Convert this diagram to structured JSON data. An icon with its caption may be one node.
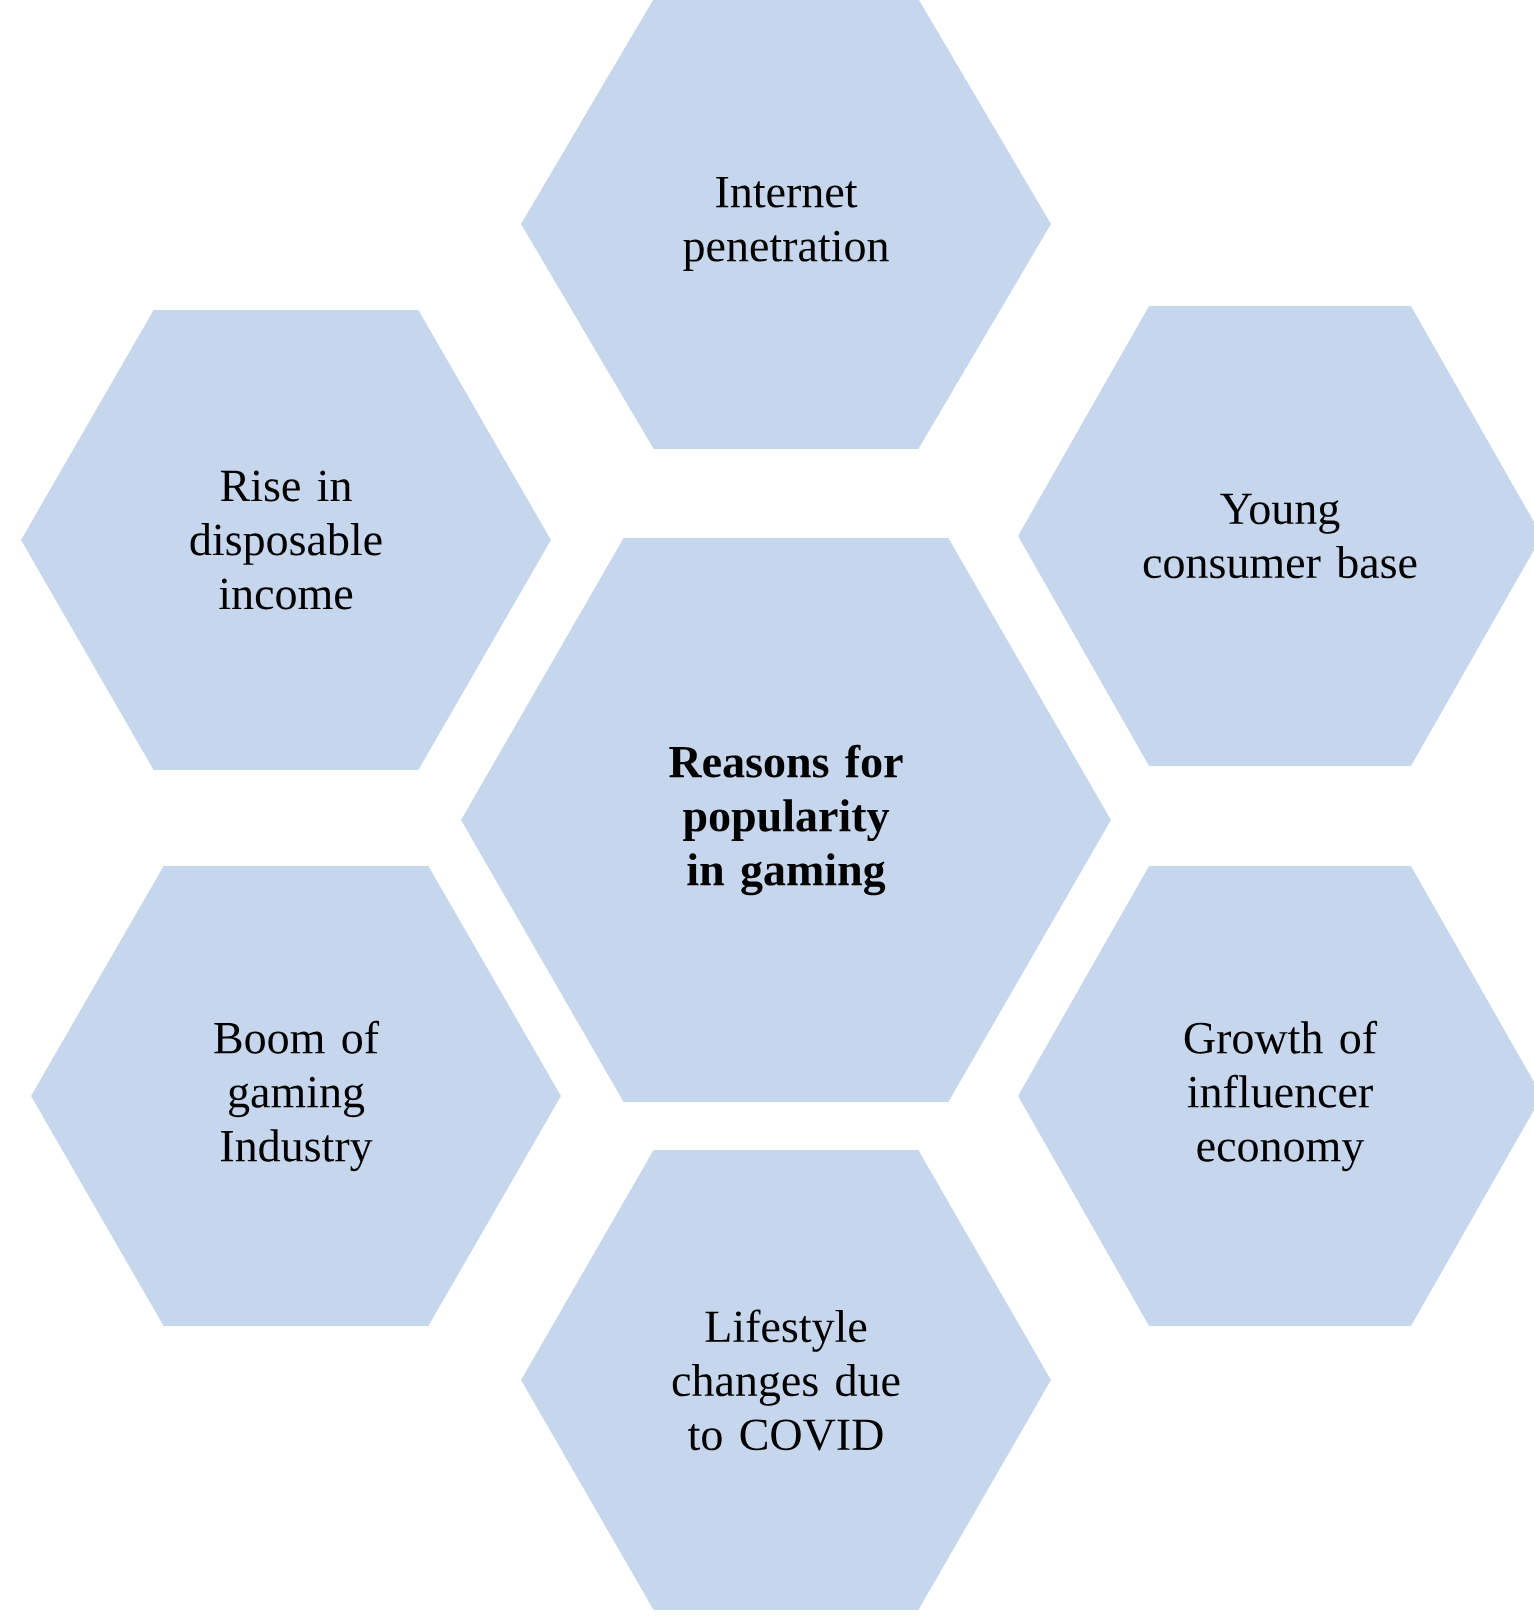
{
  "diagram": {
    "nodes": [
      {
        "text": [
          "Internet penetration"
        ]
      },
      {
        "text": [
          "Rise in disposable income"
        ]
      },
      {
        "text": [
          "Young consumer base"
        ]
      },
      {
        "text": [
          "Reasons for popularity in gaming"
        ]
      },
      {
        "text": [
          "Boom of gaming Industry"
        ]
      },
      {
        "text": [
          "Growth of influencer economy"
        ]
      },
      {
        "text": [
          "Lifestyle changes due to COVID"
        ]
      }
    ]
  }
}
